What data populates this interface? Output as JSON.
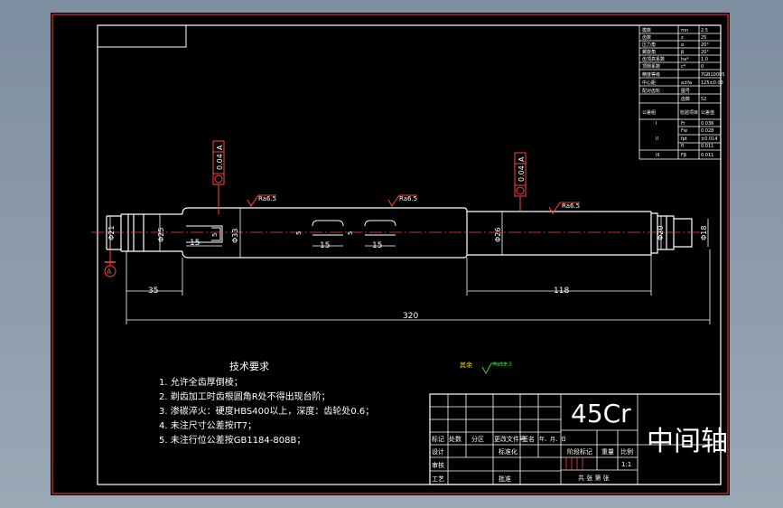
{
  "drawing": {
    "part_name": "中间轴",
    "material": "45Cr",
    "scale": "1:1",
    "tech_title": "技术要求",
    "tech_notes": [
      "1. 允许全齿厚倒棱；",
      "2. 剃齿加工时齿根圆角R处不得出现台阶；",
      "3. 渗碳淬火：硬度HBS400以上，深度：齿轮处0.6；",
      "4. 未注尺寸公差按IT7；",
      "5. 未注行位公差按GB1184-808B；"
    ],
    "remaining": "其余",
    "remaining_rough": "Ra12.5"
  },
  "dims": {
    "d35": "35",
    "d118": "118",
    "d320": "320",
    "d15a": "15",
    "d15b": "15",
    "d15c": "15",
    "d5a": "5",
    "d5b": "5",
    "d5c": "5",
    "phi21": "Φ21",
    "phi25": "Φ25",
    "phi33": "Φ33",
    "phi26": "Φ26",
    "phi20": "Φ20",
    "phi18": "Φ18",
    "rough1": "Ra6.5",
    "rough2": "Ra6.5",
    "rough3": "Ra6.5",
    "tol1": "0.04",
    "tol2": "0.04",
    "datum": "A",
    "datum_ref1": "A",
    "datum_ref2": "A"
  },
  "title_block": {
    "h_mark": "标记",
    "h_count": "处数",
    "h_zone": "分区",
    "h_change": "更改文件号",
    "h_sign": "签名",
    "h_date": "年、月、日",
    "design": "设计",
    "standard": "标准化",
    "review": "审核",
    "process": "工艺",
    "approve": "批准",
    "stage": "阶段标记",
    "weight": "重量",
    "scale_label": "比例",
    "sheets": "共 张 第 张"
  },
  "gear_table": {
    "rows": [
      [
        "模数",
        "mn",
        "2.5"
      ],
      [
        "齿数",
        "z",
        "25"
      ],
      [
        "压力角",
        "α",
        "20°"
      ],
      [
        "螺旋角",
        "β",
        "20°"
      ],
      [
        "齿顶高系数",
        "ha*",
        "1.0"
      ],
      [
        "顶隙系数",
        "c*",
        "0"
      ],
      [
        "精度等级",
        "",
        "7GB10095"
      ],
      [
        "中心距",
        "a±fa",
        "125±0.03"
      ],
      [
        "配对齿轮",
        "图号",
        ""
      ],
      [
        "",
        "齿数",
        "52"
      ]
    ],
    "tolerance_header": [
      "公差组",
      "检验项目",
      "公差值"
    ],
    "tolerance_rows": [
      [
        "I",
        "Fr",
        "0.036"
      ],
      [
        "",
        "Fw",
        "0.028"
      ],
      [
        "II",
        "fpt",
        "±0.014"
      ],
      [
        "",
        "fl",
        "0.011"
      ],
      [
        "III",
        "Fβ",
        "0.011"
      ]
    ]
  }
}
